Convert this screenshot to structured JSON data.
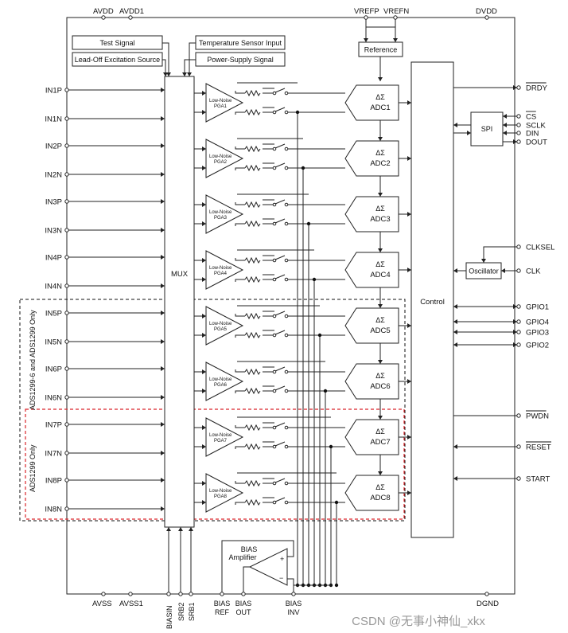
{
  "top_pins": {
    "avdd": "AVDD",
    "avdd1": "AVDD1",
    "vrefp": "VREFP",
    "vrefn": "VREFN",
    "dvdd": "DVDD"
  },
  "bottom_pins": {
    "avss": "AVSS",
    "avss1": "AVSS1",
    "biasin": "BIASIN",
    "srb2": "SRB2",
    "srb1": "SRB1",
    "bias_ref": [
      "BIAS",
      "REF"
    ],
    "bias_out": [
      "BIAS",
      "OUT"
    ],
    "bias_inv": [
      "BIAS",
      "INV"
    ],
    "dgnd": "DGND"
  },
  "mux_inputs": {
    "test_signal": "Test Signal",
    "temp_sensor": "Temperature Sensor Input",
    "lead_off": "Lead-Off Excitation Source",
    "power_supply": "Power-Supply Signal"
  },
  "inputs": [
    "IN1P",
    "IN1N",
    "IN2P",
    "IN2N",
    "IN3P",
    "IN3N",
    "IN4P",
    "IN4N",
    "IN5P",
    "IN5N",
    "IN6P",
    "IN6N",
    "IN7P",
    "IN7N",
    "IN8P",
    "IN8N"
  ],
  "mux_label": "MUX",
  "pga_prefix": "Low-Noise",
  "pgas": [
    "PGA1",
    "PGA2",
    "PGA3",
    "PGA4",
    "PGA5",
    "PGA6",
    "PGA7",
    "PGA8"
  ],
  "adc_symbol": "ΔΣ",
  "adcs": [
    "ADC1",
    "ADC2",
    "ADC3",
    "ADC4",
    "ADC5",
    "ADC6",
    "ADC7",
    "ADC8"
  ],
  "reference_label": "Reference",
  "control_label": "Control",
  "spi_label": "SPI",
  "oscillator_label": "Oscillator",
  "bias_amp": [
    "BIAS",
    "Amplifier"
  ],
  "right_pins": [
    "DRDY",
    "CS",
    "SCLK",
    "DIN",
    "DOUT",
    "CLKSEL",
    "CLK",
    "GPIO1",
    "GPIO4",
    "GPIO3",
    "GPIO2",
    "PWDN",
    "RESET",
    "START"
  ],
  "region_labels": {
    "ads1299_6": "ADS1299-6 and ADS1299 Only",
    "ads1299": "ADS1299 Only"
  },
  "watermark": "CSDN @无事小神仙_xkx",
  "colors": {
    "line": "#222222",
    "region_black": "#111111",
    "region_red": "#d9252a"
  }
}
